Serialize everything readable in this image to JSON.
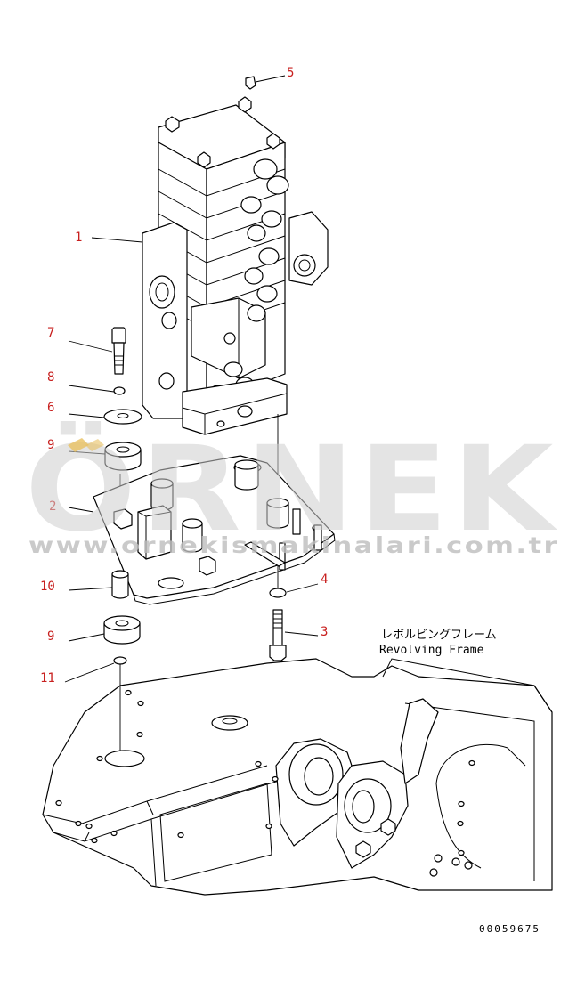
{
  "callouts": {
    "c1": "1",
    "c2": "2",
    "c3": "3",
    "c4": "4",
    "c5": "5",
    "c6": "6",
    "c7": "7",
    "c8": "8",
    "c9a": "9",
    "c9b": "9",
    "c10": "10",
    "c11": "11"
  },
  "frame_label_jp": "レボルビングフレーム",
  "frame_label_en": "Revolving Frame",
  "doc_number": "00059675",
  "watermark": {
    "brand": "ÖRNEK",
    "url": "www.ornekismakinalari.com.tr"
  },
  "colors": {
    "callout": "#c8201f",
    "watermark": "#cfcfcf",
    "accent": "#e8c060"
  }
}
